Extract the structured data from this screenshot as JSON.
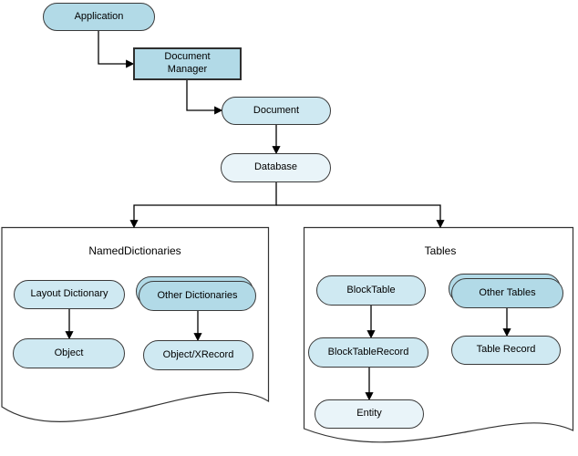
{
  "diagram": {
    "type": "flowchart",
    "nodes": {
      "application": {
        "label": "Application"
      },
      "document_manager": {
        "label": "Document Manager"
      },
      "document": {
        "label": "Document"
      },
      "database": {
        "label": "Database"
      },
      "layout_dictionary": {
        "label": "Layout Dictionary"
      },
      "other_dictionaries": {
        "label": "Other Dictionaries"
      },
      "object": {
        "label": "Object"
      },
      "object_xrecord": {
        "label": "Object/XRecord"
      },
      "block_table": {
        "label": "BlockTable"
      },
      "other_tables": {
        "label": "Other Tables"
      },
      "block_table_record": {
        "label": "BlockTableRecord"
      },
      "table_record": {
        "label": "Table Record"
      },
      "entity": {
        "label": "Entity"
      }
    },
    "containers": {
      "named_dictionaries": {
        "title": "NamedDictionaries"
      },
      "tables": {
        "title": "Tables"
      }
    },
    "edges": [
      {
        "from": "application",
        "to": "document_manager"
      },
      {
        "from": "document_manager",
        "to": "document"
      },
      {
        "from": "document",
        "to": "database"
      },
      {
        "from": "database",
        "to": "named_dictionaries"
      },
      {
        "from": "database",
        "to": "tables"
      },
      {
        "from": "layout_dictionary",
        "to": "object"
      },
      {
        "from": "other_dictionaries",
        "to": "object_xrecord"
      },
      {
        "from": "block_table",
        "to": "block_table_record"
      },
      {
        "from": "block_table_record",
        "to": "entity"
      },
      {
        "from": "other_tables",
        "to": "table_record"
      }
    ],
    "colors": {
      "node_fill_strong": "#b2dae7",
      "node_fill_medium": "#cfe9f2",
      "node_fill_light": "#e9f4f9",
      "node_border": "#3a3a3a",
      "connector": "#000000",
      "container_fill": "#ffffff",
      "container_border": "#333333",
      "text": "#000000",
      "background": "#ffffff"
    }
  }
}
